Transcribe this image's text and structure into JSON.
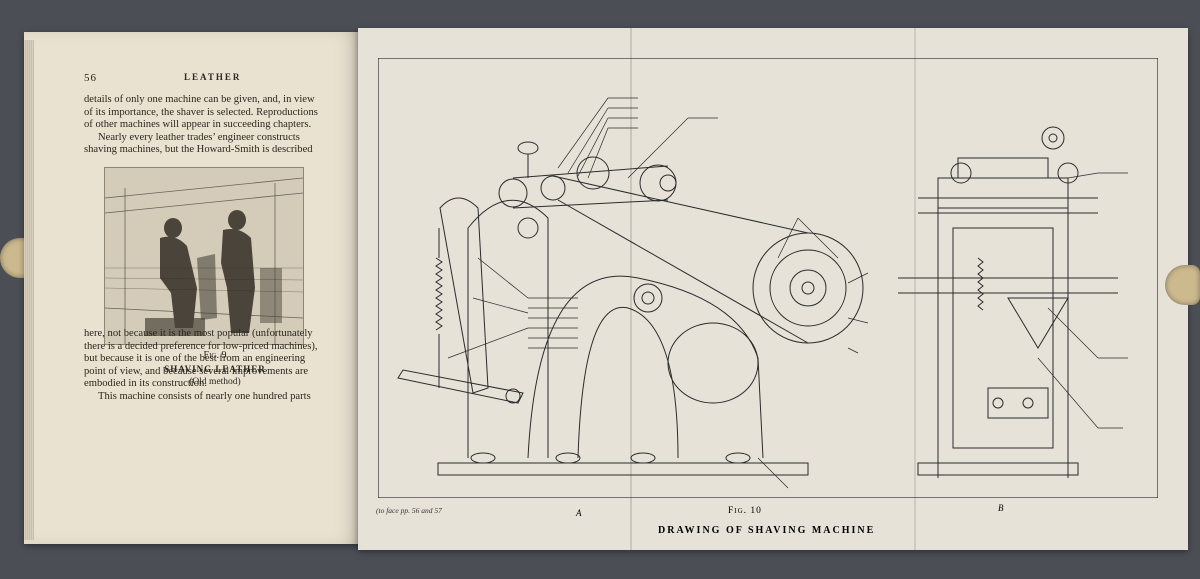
{
  "left_page": {
    "page_number": "56",
    "running_head": "LEATHER",
    "para1": [
      "details of only one machine can be given, and, in view",
      "of its importance, the shaver is selected.  Reproductions",
      "of other machines will appear in succeeding chapters."
    ],
    "para2": [
      "Nearly every leather trades’ engineer constructs",
      "shaving machines, but the Howard-Smith is described"
    ],
    "figure": {
      "number": "Fig. 9",
      "title": "SHAVING LEATHER",
      "note": "(Old method)"
    },
    "para3": [
      "here, not because it is the most popular (unfortunately",
      "there is a decided preference for low-priced machines),",
      "but because it is one of the best from an engineering",
      "point of view, and because several improvements are",
      "embodied in its construction."
    ],
    "para4": "This machine consists of nearly one hundred parts"
  },
  "right_page": {
    "plate_ref": "(to face pp. 56 and 57",
    "label_a": "A",
    "figure_number": "Fig. 10",
    "label_b": "B",
    "figure_title": "DRAWING OF SHAVING MACHINE"
  }
}
